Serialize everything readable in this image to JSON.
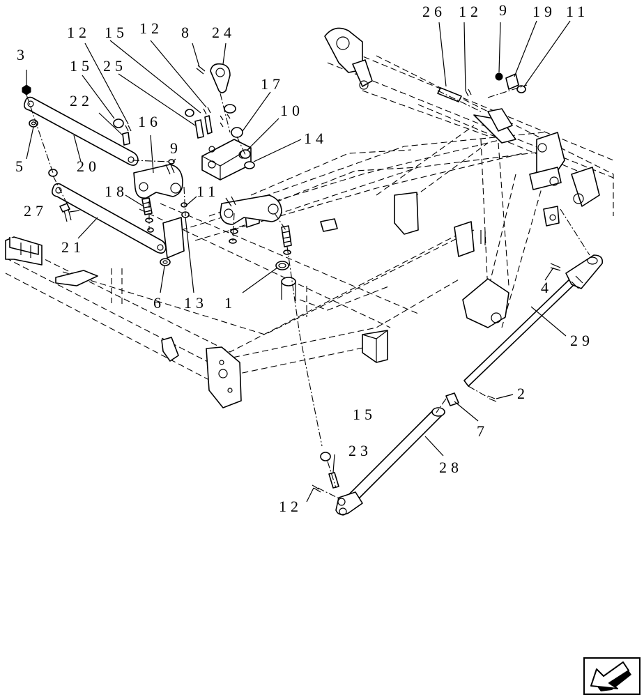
{
  "diagram": {
    "callouts": [
      "3",
      "12",
      "15",
      "12",
      "8",
      "24",
      "15",
      "25",
      "22",
      "17",
      "10",
      "16",
      "14",
      "9",
      "5",
      "20",
      "18",
      "11",
      "27",
      "21",
      "6",
      "13",
      "1",
      "26",
      "12",
      "9",
      "19",
      "11",
      "4",
      "29",
      "2",
      "7",
      "15",
      "23",
      "28",
      "12"
    ]
  },
  "nav": {
    "icon": "previous-arrow-icon"
  }
}
